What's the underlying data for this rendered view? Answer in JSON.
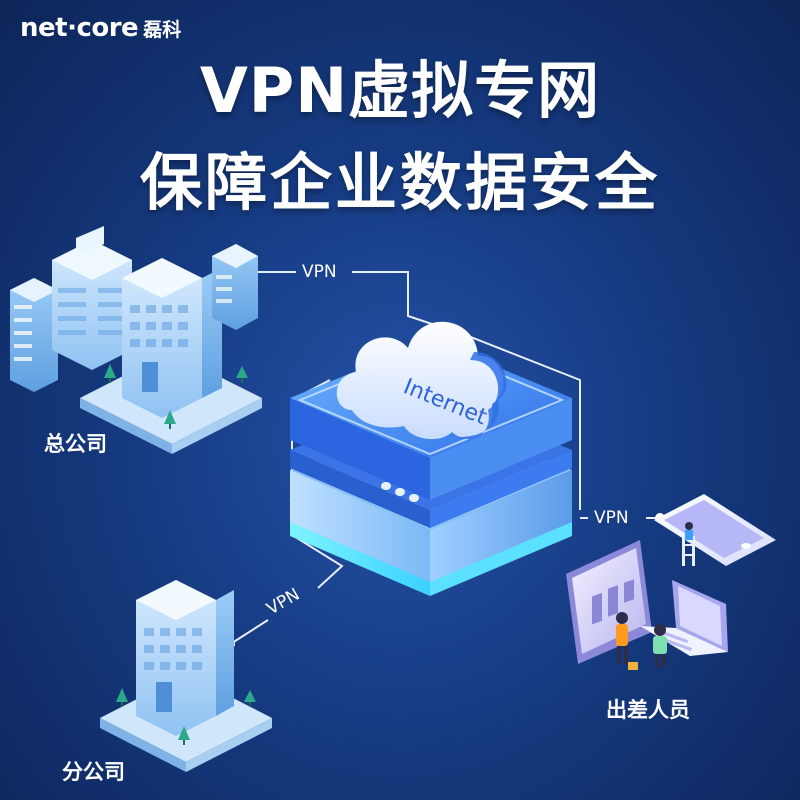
{
  "brand": {
    "logo_text": "net·core",
    "logo_cn": "磊科"
  },
  "headline": {
    "line1": "VPN虚拟专网",
    "line2": "保障企业数据安全"
  },
  "cloud": {
    "label": "Internet"
  },
  "connections": {
    "hq_vpn": "VPN",
    "branch_vpn": "VPN",
    "travel_vpn": "VPN"
  },
  "places": {
    "hq": "总公司",
    "branch": "分公司",
    "travel": "出差人员"
  },
  "colors": {
    "background": "#163b82",
    "accent": "#3d8bff",
    "line": "#e6eefc"
  }
}
